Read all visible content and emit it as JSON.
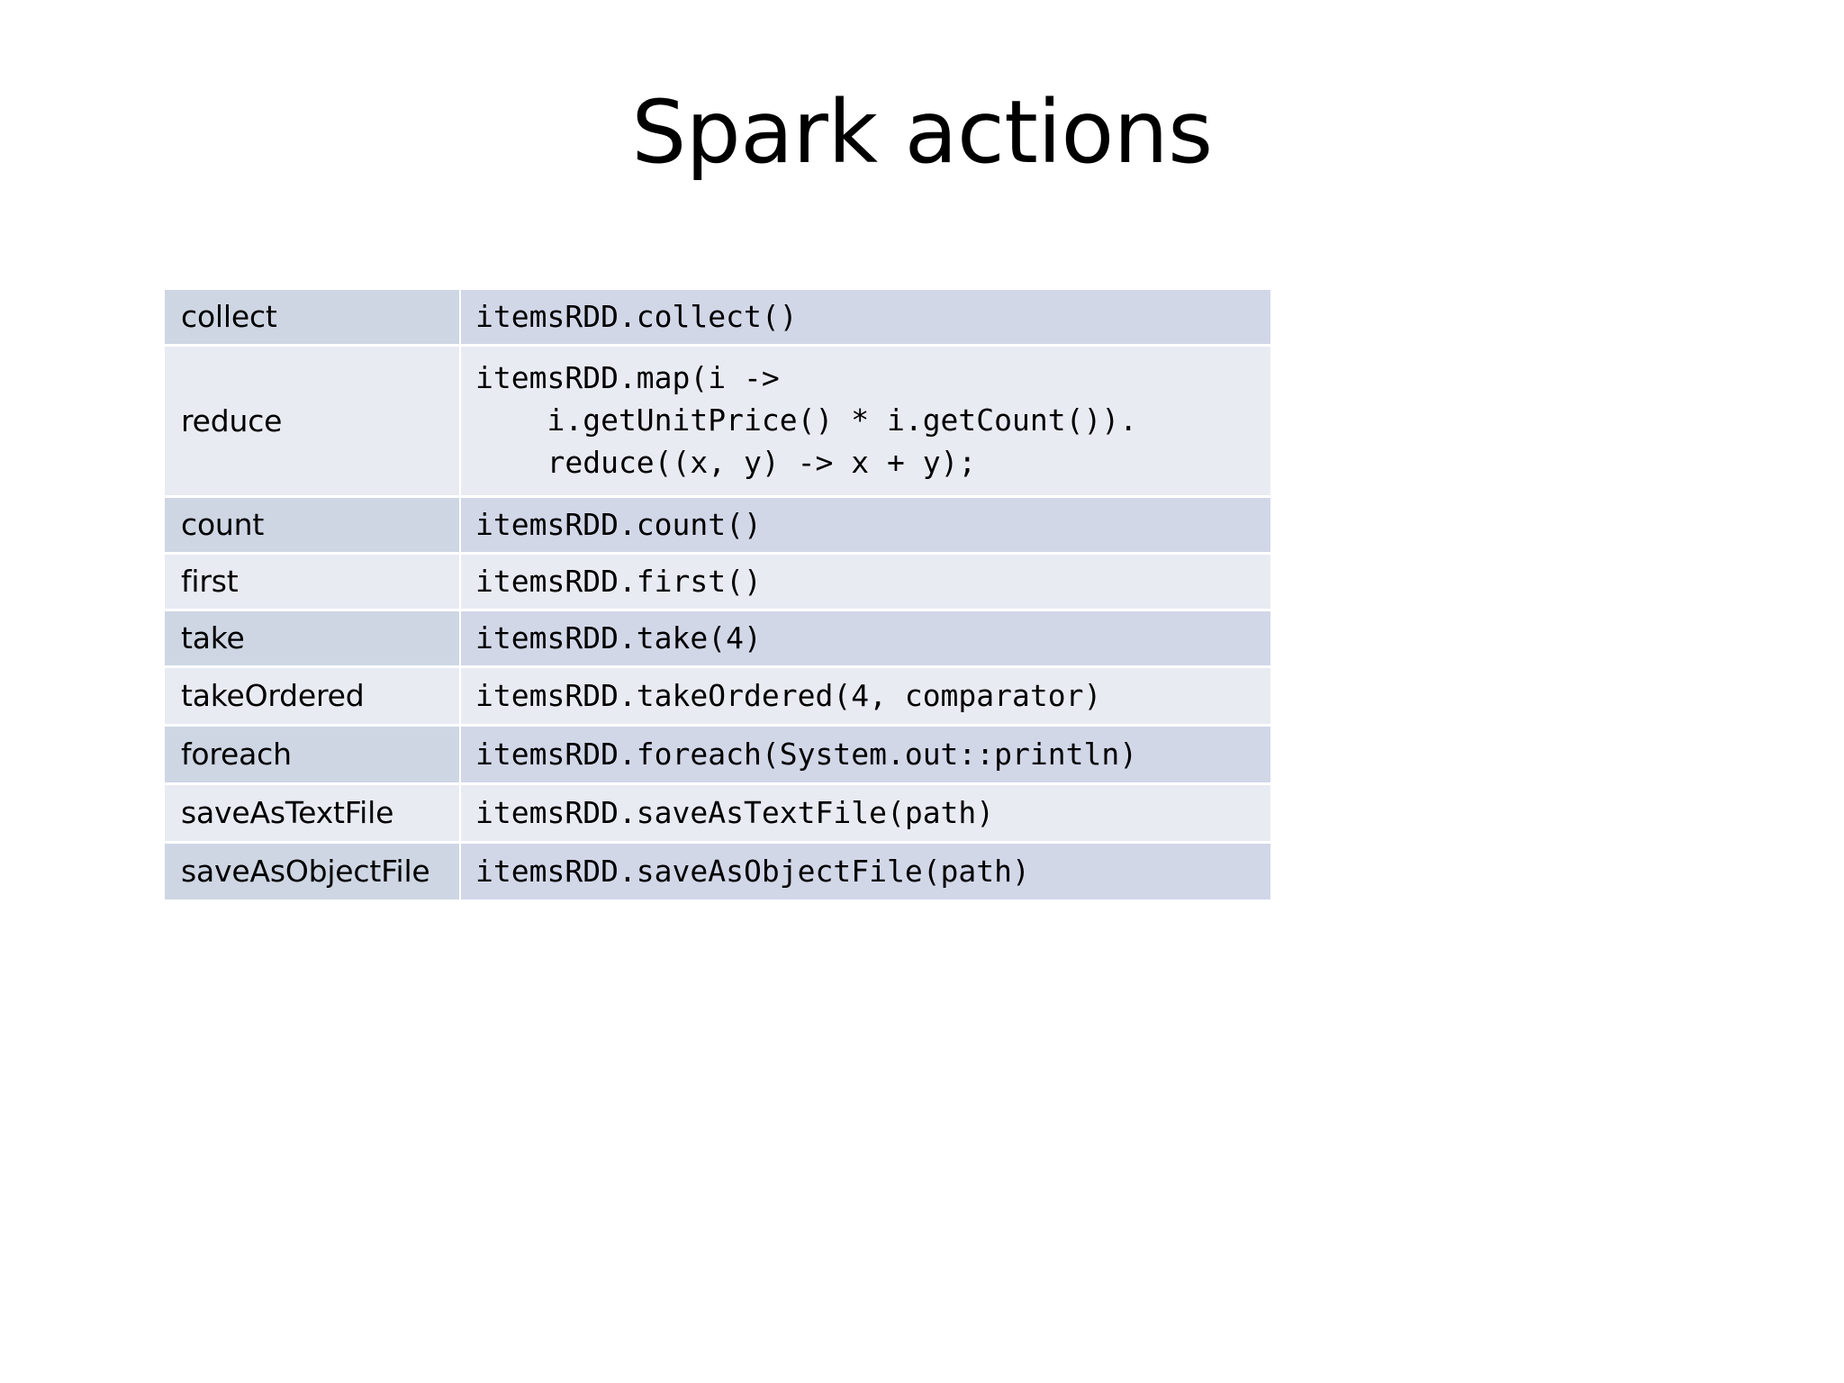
{
  "slide": {
    "title": "Spark actions",
    "background_color": "#ffffff",
    "text_color": "#000000"
  },
  "theme": {
    "band_dark_label": "#ced6e3",
    "band_dark_code": "#d2d7e8",
    "band_light_label": "#e9ebf3",
    "band_light_code": "#e9ebf3",
    "row_gap": "#ffffff"
  },
  "table": {
    "rows": [
      {
        "action": "collect",
        "code": "itemsRDD.collect()"
      },
      {
        "action": "reduce",
        "code": "itemsRDD.map(i ->\n    i.getUnitPrice() * i.getCount()).\n    reduce((x, y) -> x + y);"
      },
      {
        "action": "count",
        "code": "itemsRDD.count()"
      },
      {
        "action": "first",
        "code": "itemsRDD.first()"
      },
      {
        "action": "take",
        "code": "itemsRDD.take(4)"
      },
      {
        "action": "takeOrdered",
        "code": "itemsRDD.takeOrdered(4, comparator)"
      },
      {
        "action": "foreach",
        "code": "itemsRDD.foreach(System.out::println)"
      },
      {
        "action": "saveAsTextFile",
        "code": "itemsRDD.saveAsTextFile(path)"
      },
      {
        "action": "saveAsObjectFile",
        "code": "itemsRDD.saveAsObjectFile(path)"
      }
    ]
  }
}
